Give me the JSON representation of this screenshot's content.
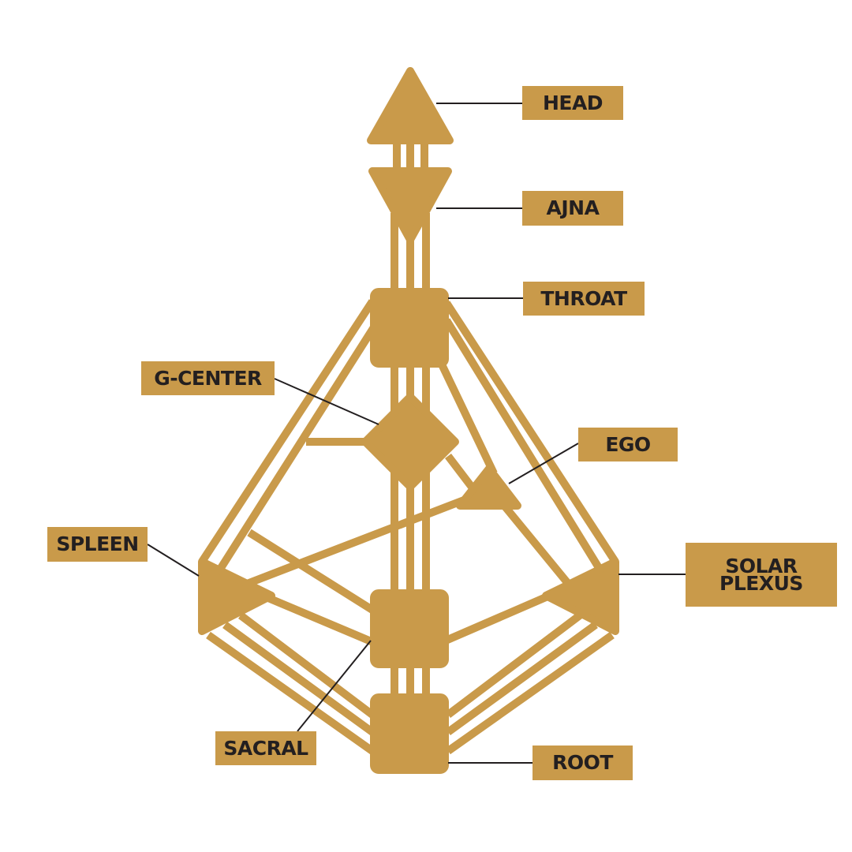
{
  "colors": {
    "gold": "#C99A4A",
    "text": "#231F20",
    "line": "#231F20"
  },
  "labels": {
    "head": "HEAD",
    "ajna": "AJNA",
    "throat": "THROAT",
    "g_center": "G-CENTER",
    "ego": "EGO",
    "spleen": "SPLEEN",
    "solar_plexus_1": "SOLAR",
    "solar_plexus_2": "PLEXUS",
    "sacral": "SACRAL",
    "root": "ROOT"
  }
}
